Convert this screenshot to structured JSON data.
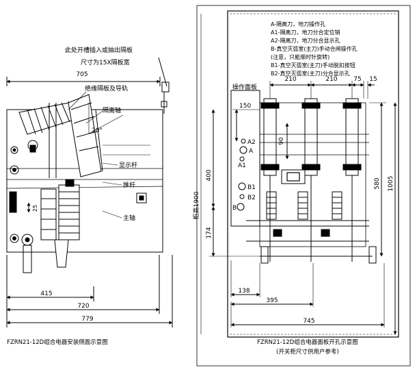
{
  "left_view": {
    "note_line1": "此处开槽插入或抽出隔板",
    "note_line2": "尺寸为15X隔板宽",
    "label_insulation": "绝缘隔板及导轨",
    "label_isolating_shaft": "隔离轴",
    "label_indicator_rod": "显示杆",
    "label_push_rod": "推杆",
    "label_main_shaft": "主轴",
    "angle": "20°",
    "dim_top": "705",
    "dim_25": "25",
    "dim_415": "415",
    "dim_720": "720",
    "dim_779": "779",
    "caption": "FZRN21-12D组合电器安装侧面示意图"
  },
  "right_view": {
    "legend": [
      "A-隔离刀，地刀操作孔",
      "A1-隔离刀，地刀分合定位销",
      "A2-隔离刀，地刀分合显示孔",
      "B-真空灭弧室(主刀)手动合闸操作孔",
      "(注意，只能顺时针旋转)",
      "B1-真空灭弧室(主刀)手动脱扣按钮",
      "B2-真空灭弧室(主刀)分合显示孔"
    ],
    "label_panel": "操作面板",
    "label_cabinet_height": "柜高1900",
    "marks": {
      "A": "A",
      "A1": "A1",
      "A2": "A2",
      "B": "B",
      "B1": "B1",
      "B2": "B2"
    },
    "dims": {
      "d210a": "210",
      "d210b": "210",
      "d75": "75",
      "d15": "15",
      "d150": "150",
      "d90": "90",
      "d400": "400",
      "d174": "174",
      "d580": "580",
      "d1005": "1005",
      "d138": "138",
      "d395": "395",
      "d745": "745"
    },
    "caption_line1": "FZRN21-12D组合电器面板开孔示意图",
    "caption_line2": "(开关柜尺寸供用户参考)"
  }
}
